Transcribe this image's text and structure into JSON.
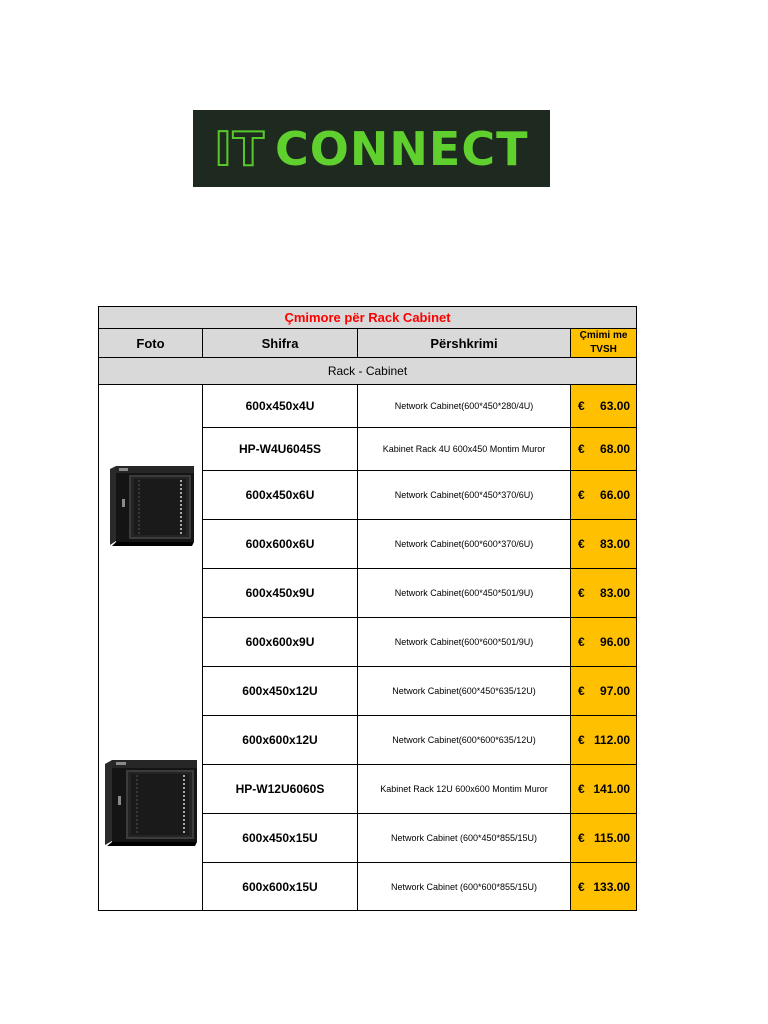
{
  "logo": {
    "part1": "IT",
    "part2": "CONNECT"
  },
  "table": {
    "title": "Çmimore për Rack Cabinet",
    "headers": {
      "photo": "Foto",
      "code": "Shifra",
      "description": "Përshkrimi",
      "price": "Çmimi me TVSH"
    },
    "section": "Rack - Cabinet",
    "currency": "€",
    "rows": [
      {
        "code": "600x450x4U",
        "description": "Network Cabinet(600*450*280/4U)",
        "price": "63.00"
      },
      {
        "code": "HP-W4U6045S",
        "description": "Kabinet Rack 4U 600x450 Montim Muror",
        "price": "68.00"
      },
      {
        "code": "600x450x6U",
        "description": "Network Cabinet(600*450*370/6U)",
        "price": "66.00"
      },
      {
        "code": "600x600x6U",
        "description": "Network Cabinet(600*600*370/6U)",
        "price": "83.00"
      },
      {
        "code": "600x450x9U",
        "description": "Network Cabinet(600*450*501/9U)",
        "price": "83.00"
      },
      {
        "code": "600x600x9U",
        "description": "Network Cabinet(600*600*501/9U)",
        "price": "96.00"
      },
      {
        "code": "600x450x12U",
        "description": "Network Cabinet(600*450*635/12U)",
        "price": "97.00"
      },
      {
        "code": "600x600x12U",
        "description": "Network Cabinet(600*600*635/12U)",
        "price": "112.00"
      },
      {
        "code": "HP-W12U6060S",
        "description": "Kabinet Rack 12U 600x600 Montim Muror",
        "price": "141.00"
      },
      {
        "code": "600x450x15U",
        "description": "Network Cabinet (600*450*855/15U)",
        "price": "115.00"
      },
      {
        "code": "600x600x15U",
        "description": "Network Cabinet (600*600*855/15U)",
        "price": "133.00"
      }
    ]
  },
  "colors": {
    "price_fill": "#ffc000",
    "header_fill": "#d9d9d9",
    "title_red": "#ff0000",
    "logo_green": "#5fd02e",
    "logo_bg": "#1e2a1f"
  }
}
